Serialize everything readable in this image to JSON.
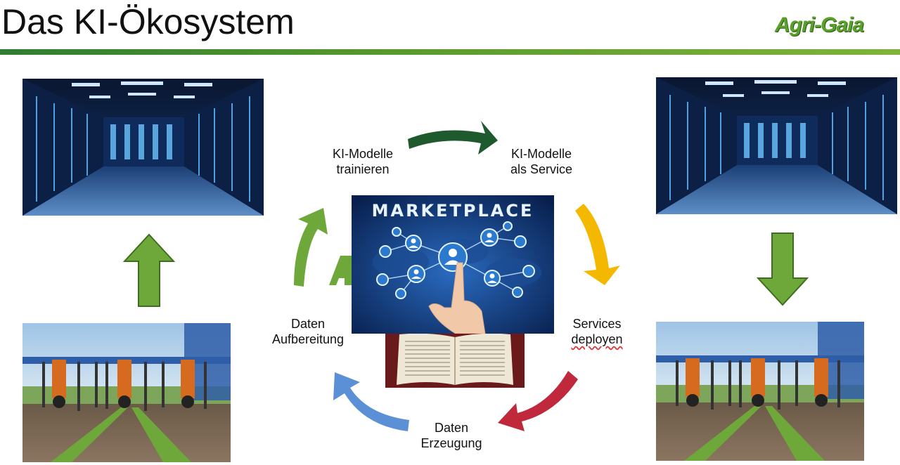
{
  "header": {
    "title": "Das KI-Ökosystem",
    "logo_text": "Agri-Gaia"
  },
  "cycle": {
    "step_train": [
      "KI-Modelle",
      "trainieren"
    ],
    "step_service": [
      "KI-Modelle",
      "als Service"
    ],
    "step_deploy": [
      "Services",
      "deployen"
    ],
    "step_generate": [
      "Daten",
      "Erzeugung"
    ],
    "step_prepare": [
      "Daten",
      "Aufbereitung"
    ]
  },
  "marketplace": {
    "heading": "MARKETPLACE"
  },
  "colors": {
    "brand_green": "#5aa02c",
    "arrow_dark_green": "#1e5a2e",
    "arrow_yellow": "#f5b800",
    "arrow_red": "#c0283c",
    "arrow_blue": "#5b8fd6",
    "arrow_light_green": "#6fa83a"
  },
  "icons": {
    "datacenter_left": "server-room-image",
    "datacenter_right": "server-room-image",
    "machine_left": "agricultural-machine-image",
    "machine_right": "agricultural-machine-image",
    "marketplace": "marketplace-network-image",
    "book": "open-book-image"
  }
}
